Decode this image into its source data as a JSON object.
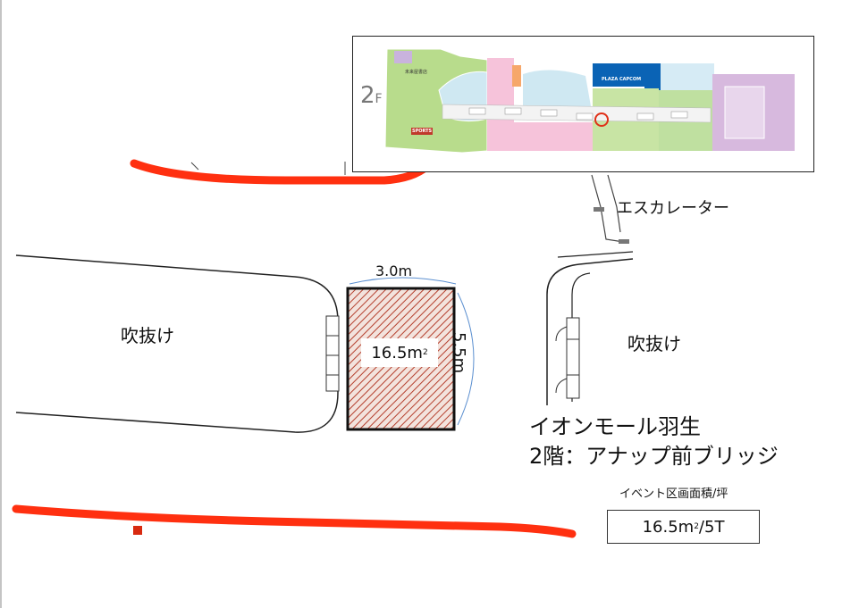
{
  "inset_map": {
    "floor": "2",
    "floor_suffix": "F",
    "stores": [
      "PLAZA CAPCOM",
      "未来屋書店",
      "SPORTS"
    ]
  },
  "floor_plan": {
    "void_left": "吹抜け",
    "void_right": "吹抜け",
    "escalator": "エスカレーター",
    "booth_width": "3.0m",
    "booth_depth": "5.5m",
    "booth_area_value": "16.5m",
    "booth_area_sup": "2"
  },
  "venue": {
    "mall_name": "イオンモール羽生",
    "location": "2階：アナップ前ブリッジ"
  },
  "summary": {
    "caption": "イベント区画面積/坪",
    "value": "16.5m",
    "value_sup": "2",
    "value_suffix": "/5T"
  },
  "colors": {
    "walkway": "#ff3010",
    "booth_hatch": "#c0392b",
    "highlight_store": "#0a63b5",
    "location_marker": "#e03018"
  }
}
